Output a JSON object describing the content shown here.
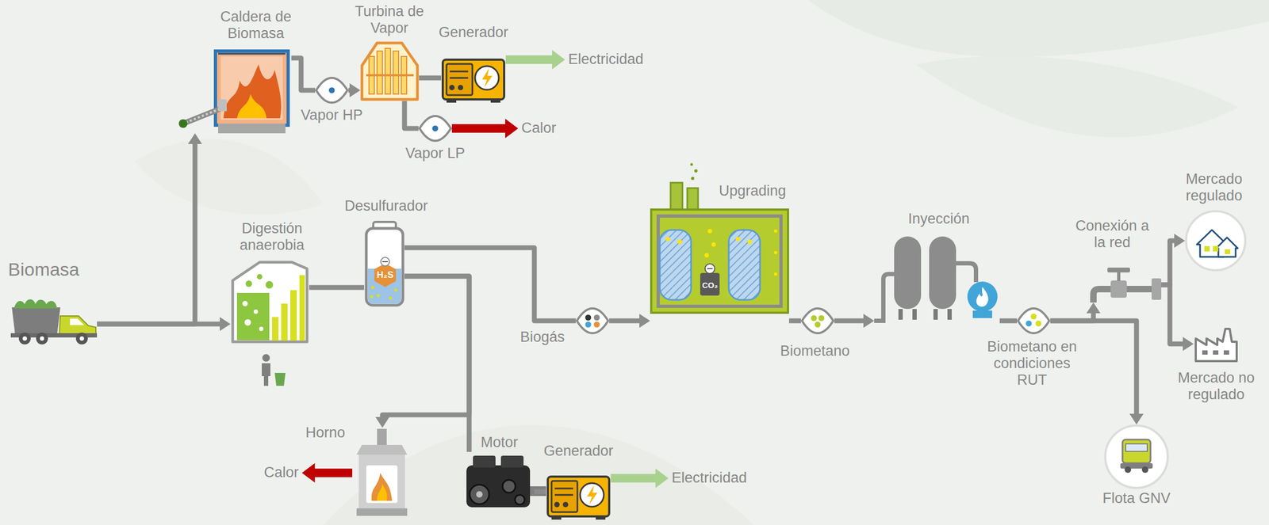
{
  "diagram": {
    "nodes": [
      {
        "text": [
          "Biomasa"
        ]
      },
      {
        "text": [
          "Caldera de Biomasa"
        ]
      },
      {
        "text": [
          "Vapor HP"
        ]
      },
      {
        "text": [
          "Turbina de Vapor"
        ]
      },
      {
        "text": [
          "Generador"
        ]
      },
      {
        "text": [
          "Electricidad"
        ]
      },
      {
        "text": [
          "Vapor LP"
        ]
      },
      {
        "text": [
          "Calor"
        ]
      },
      {
        "text": [
          "Digestión anaerobia"
        ]
      },
      {
        "text": [
          "Desulfurador"
        ]
      },
      {
        "text": [
          "Biogás"
        ]
      },
      {
        "text": [
          "Upgrading"
        ]
      },
      {
        "text": [
          "Biometano"
        ]
      },
      {
        "text": [
          "Inyección"
        ]
      },
      {
        "text": [
          "Biometano en condiciones RUT"
        ]
      },
      {
        "text": [
          "Conexión a la red"
        ]
      },
      {
        "text": [
          "Mercado regulado"
        ]
      },
      {
        "text": [
          "Mercado no regulado"
        ]
      },
      {
        "text": [
          "Flota GNV"
        ]
      },
      {
        "text": [
          "Horno"
        ]
      },
      {
        "text": [
          "Calor"
        ]
      },
      {
        "text": [
          "Motor"
        ]
      },
      {
        "text": [
          "Generador"
        ]
      },
      {
        "text": [
          "Electricidad"
        ]
      }
    ],
    "edges": [
      {
        "from": 0,
        "to": 1,
        "arrow": "to"
      },
      {
        "from": 0,
        "to": 8,
        "arrow": "to"
      },
      {
        "from": 1,
        "to": 2,
        "arrow": "none"
      },
      {
        "from": 2,
        "to": 3,
        "arrow": "to"
      },
      {
        "from": 3,
        "to": 4,
        "arrow": "none"
      },
      {
        "from": 4,
        "to": 5,
        "arrow": "to"
      },
      {
        "from": 3,
        "to": 6,
        "arrow": "none"
      },
      {
        "from": 6,
        "to": 7,
        "arrow": "to"
      },
      {
        "from": 8,
        "to": 9,
        "arrow": "none"
      },
      {
        "from": 9,
        "to": 10,
        "arrow": "none"
      },
      {
        "from": 10,
        "to": 11,
        "arrow": "to"
      },
      {
        "from": 11,
        "to": 12,
        "arrow": "none"
      },
      {
        "from": 12,
        "to": 13,
        "arrow": "to"
      },
      {
        "from": 13,
        "to": 14,
        "arrow": "none"
      },
      {
        "from": 14,
        "to": 15,
        "arrow": "to"
      },
      {
        "from": 14,
        "to": 18,
        "arrow": "to"
      },
      {
        "from": 15,
        "to": 16,
        "arrow": "to"
      },
      {
        "from": 15,
        "to": 17,
        "arrow": "to"
      },
      {
        "from": 9,
        "to": 19,
        "arrow": "to"
      },
      {
        "from": 9,
        "to": 21,
        "arrow": "none"
      },
      {
        "from": 19,
        "to": 20,
        "arrow": "to"
      },
      {
        "from": 21,
        "to": 22,
        "arrow": "none"
      },
      {
        "from": 22,
        "to": 23,
        "arrow": "to"
      }
    ],
    "labels": [
      "H₂S",
      "CO₂"
    ]
  }
}
